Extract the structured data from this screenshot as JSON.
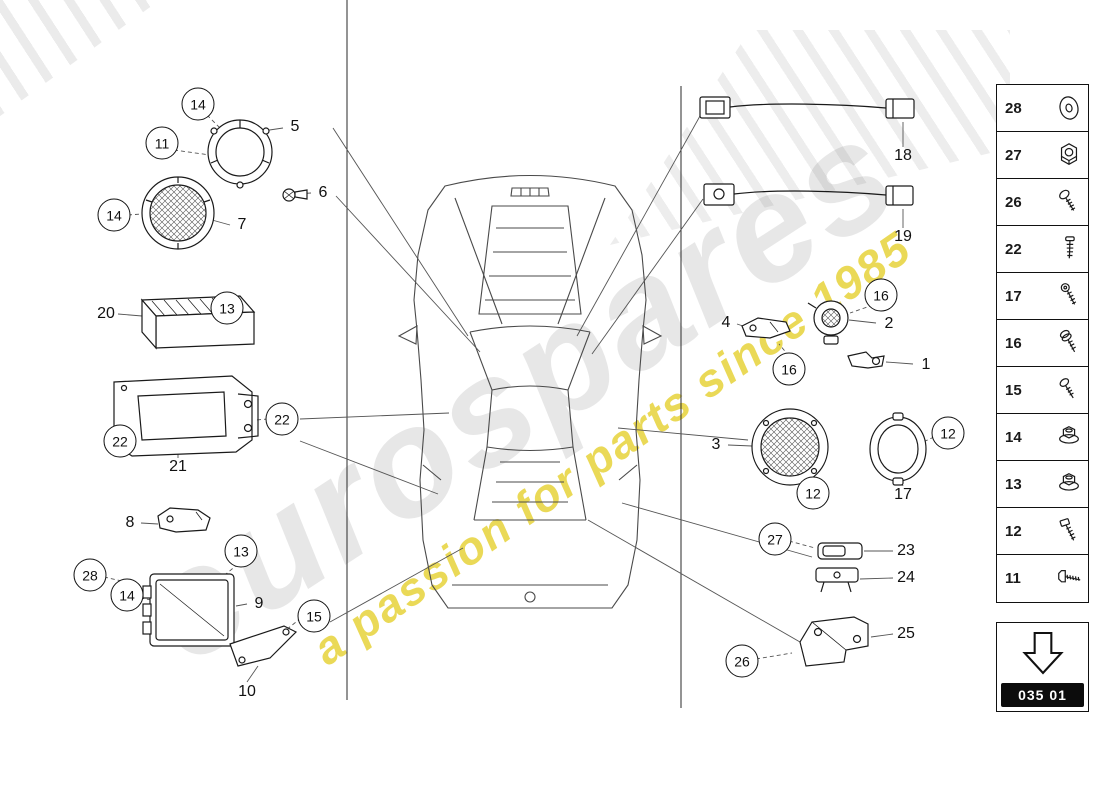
{
  "watermark": {
    "brand": "eurospares",
    "tagline": "a passion for parts since 1985"
  },
  "diagram_code": "035 01",
  "colors": {
    "line": "#1a1a1a",
    "watermark_gray": "#d9d9d9",
    "watermark_yellow": "#e4ce28"
  },
  "sidebar": {
    "items": [
      {
        "label": "28",
        "icon": "washer-icon"
      },
      {
        "label": "27",
        "icon": "hex-nut-icon"
      },
      {
        "label": "26",
        "icon": "screw-icon"
      },
      {
        "label": "22",
        "icon": "tapping-screw-icon"
      },
      {
        "label": "17",
        "icon": "screw-icon"
      },
      {
        "label": "16",
        "icon": "screw-washer-icon"
      },
      {
        "label": "15",
        "icon": "screw-icon"
      },
      {
        "label": "14",
        "icon": "flange-nut-icon"
      },
      {
        "label": "13",
        "icon": "flange-nut-icon"
      },
      {
        "label": "12",
        "icon": "bolt-icon"
      },
      {
        "label": "11",
        "icon": "hex-bolt-icon"
      }
    ]
  },
  "callouts": [
    {
      "label": "14"
    },
    {
      "label": "11"
    },
    {
      "label": "5"
    },
    {
      "label": "6"
    },
    {
      "label": "14"
    },
    {
      "label": "7"
    },
    {
      "label": "20"
    },
    {
      "label": "13"
    },
    {
      "label": "22"
    },
    {
      "label": "22"
    },
    {
      "label": "21"
    },
    {
      "label": "8"
    },
    {
      "label": "13"
    },
    {
      "label": "28"
    },
    {
      "label": "14"
    },
    {
      "label": "9"
    },
    {
      "label": "15"
    },
    {
      "label": "10"
    },
    {
      "label": "18"
    },
    {
      "label": "19"
    },
    {
      "label": "16"
    },
    {
      "label": "4"
    },
    {
      "label": "2"
    },
    {
      "label": "16"
    },
    {
      "label": "1"
    },
    {
      "label": "3"
    },
    {
      "label": "12"
    },
    {
      "label": "12"
    },
    {
      "label": "17"
    },
    {
      "label": "27"
    },
    {
      "label": "23"
    },
    {
      "label": "24"
    },
    {
      "label": "25"
    },
    {
      "label": "26"
    }
  ]
}
